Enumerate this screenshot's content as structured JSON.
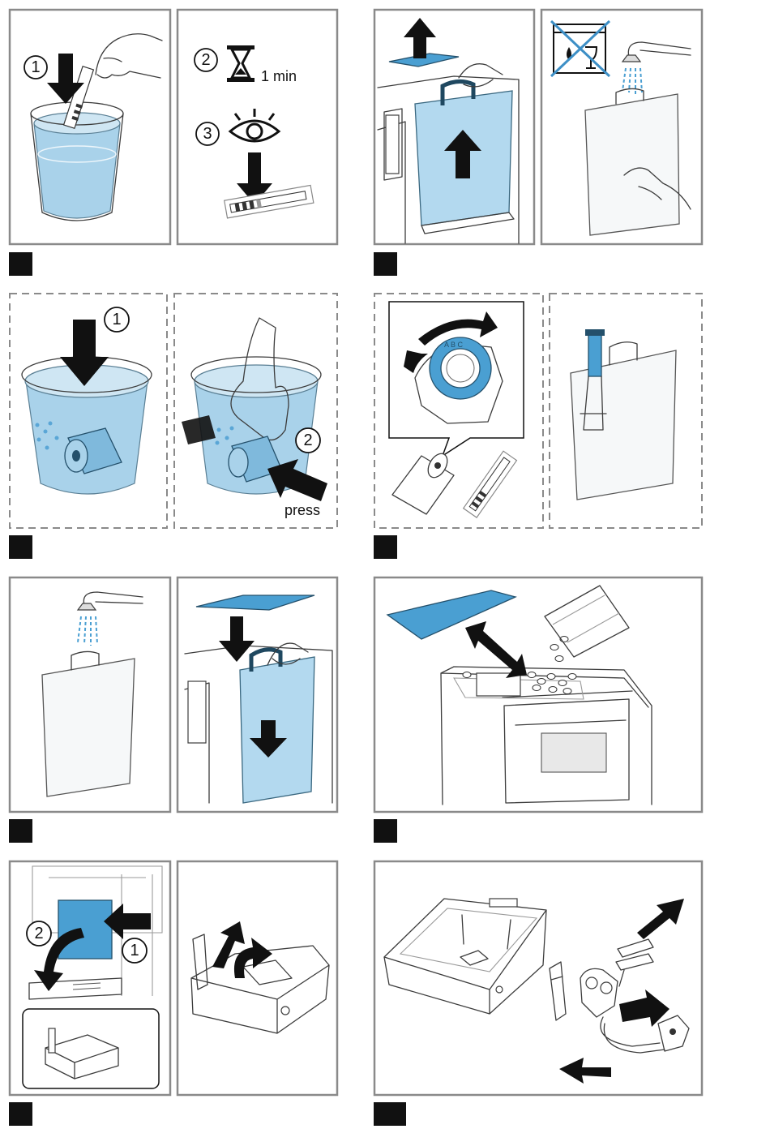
{
  "steps": {
    "s1_a": "1",
    "s1_b": "2",
    "s1_c": "3",
    "s1_time": "1 min",
    "s3_a": "1",
    "s3_b": "2",
    "s3_press": "press",
    "s4_dial": "A B C",
    "s7_a": "2",
    "s7_b": "1"
  }
}
